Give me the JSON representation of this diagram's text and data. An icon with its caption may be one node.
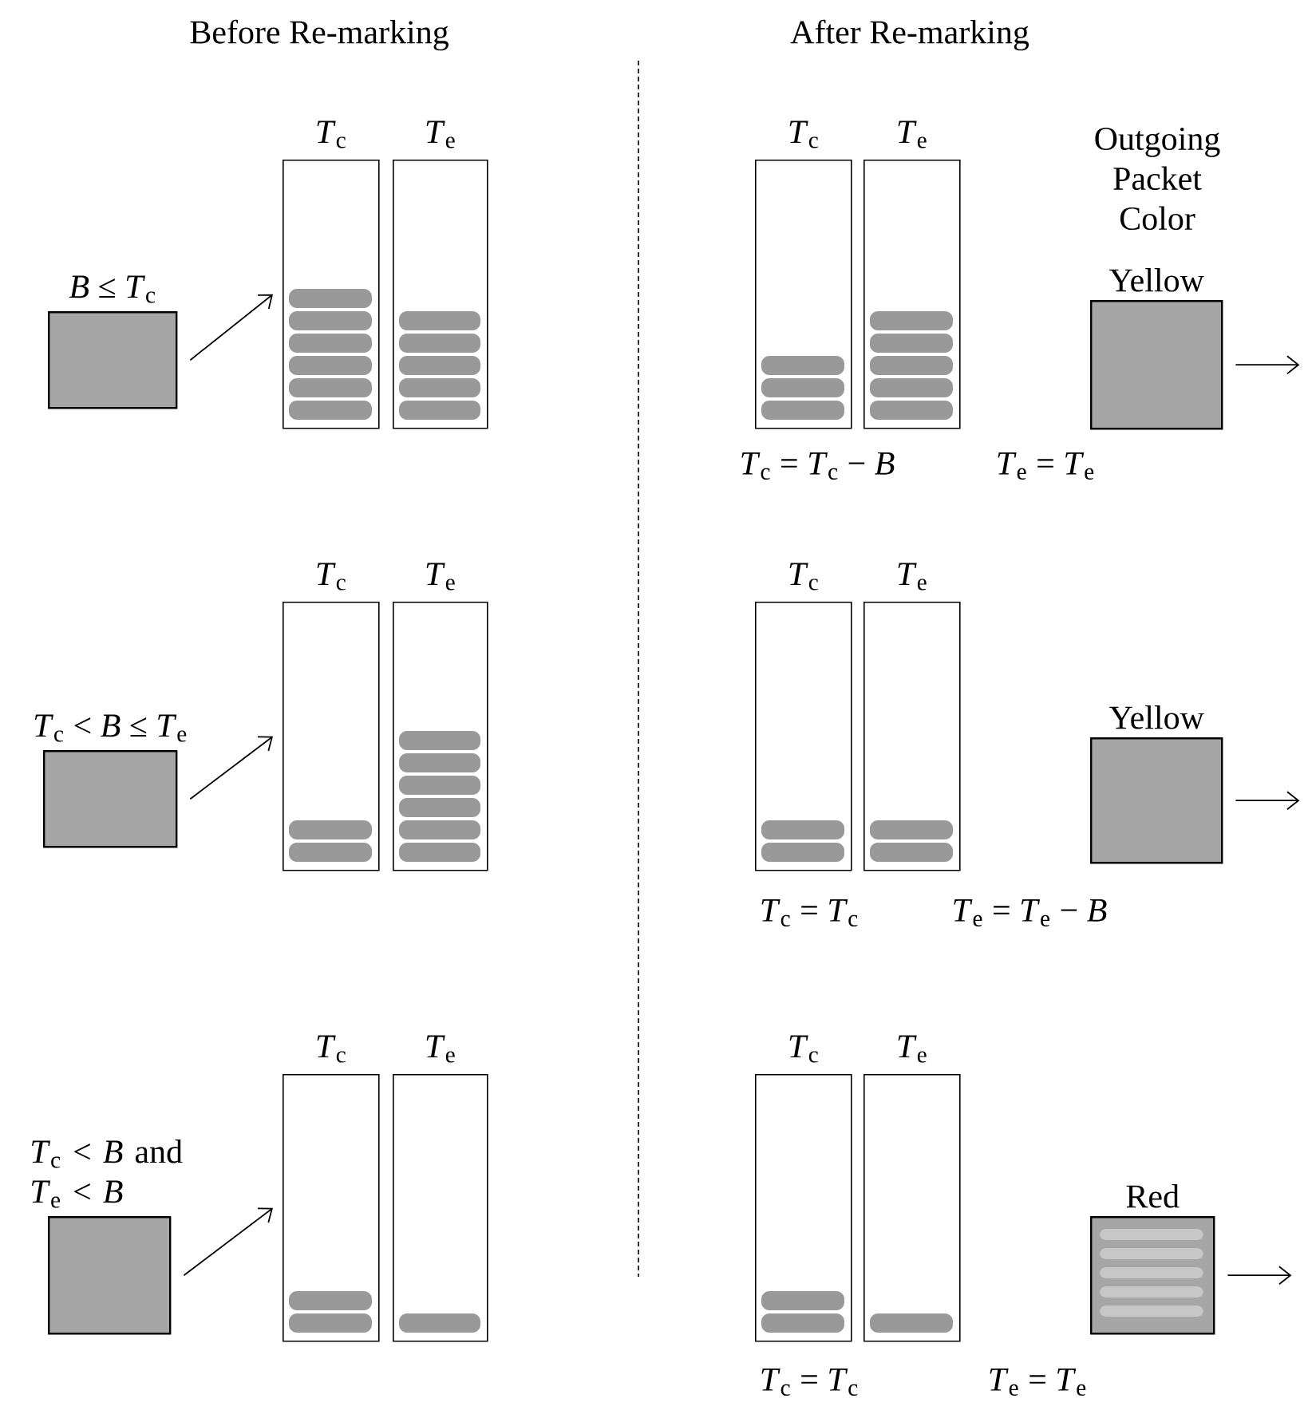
{
  "diagram": {
    "nodes": [
      {
        "text": [
          "*B* ≤ *T*$_{c}$"
        ]
      },
      {
        "text": [
          "*T*$_{c}$"
        ]
      },
      {
        "text": [
          "*T*$_{e}$"
        ]
      },
      {
        "text": [
          "*T*$_{c}$"
        ]
      },
      {
        "text": [
          "*T*$_{e}$"
        ]
      },
      {
        "text": [
          "Yellow"
        ]
      },
      {
        "text": [
          "*T*$_{c}$ < *B* ≤ *T*$_{e}$"
        ]
      },
      {
        "text": [
          "*T*$_{c}$"
        ]
      },
      {
        "text": [
          "*T*$_{e}$"
        ]
      },
      {
        "text": [
          "*T*$_{c}$"
        ]
      },
      {
        "text": [
          "*T*$_{e}$"
        ]
      },
      {
        "text": [
          "Yellow"
        ]
      },
      {
        "text": [
          "*T*$_{c}$ < *B* and *T*$_{e}$ < *B*"
        ]
      },
      {
        "text": [
          "*T*$_{c}$"
        ]
      },
      {
        "text": [
          "*T*$_{e}$"
        ]
      },
      {
        "text": [
          "*T*$_{c}$"
        ]
      },
      {
        "text": [
          "*T*$_{e}$"
        ]
      },
      {
        "text": [
          "Red"
        ]
      }
    ],
    "edges": [
      {
        "from": 0,
        "to": 1,
        "arrow": "to"
      },
      {
        "from": 5,
        "to": null,
        "arrow": "to"
      },
      {
        "from": 6,
        "to": 7,
        "arrow": "to"
      },
      {
        "from": 11,
        "to": null,
        "arrow": "to"
      },
      {
        "from": 12,
        "to": 13,
        "arrow": "to"
      },
      {
        "from": 17,
        "to": null,
        "arrow": "to"
      }
    ],
    "labels": [
      "Before Re-marking",
      "After Re-marking",
      "Outgoing Packet Color",
      "*T*$_{c}$ = *T*$_{c}$ − *B*",
      "*T*$_{e}$ = *T*$_{e}$",
      "*T*$_{c}$ = *T*$_{c}$",
      "*T*$_{e}$ = *T*$_{e}$ − *B*",
      "*T*$_{c}$ = *T*$_{c}$",
      "*T*$_{e}$ = *T*$_{e}$"
    ]
  }
}
